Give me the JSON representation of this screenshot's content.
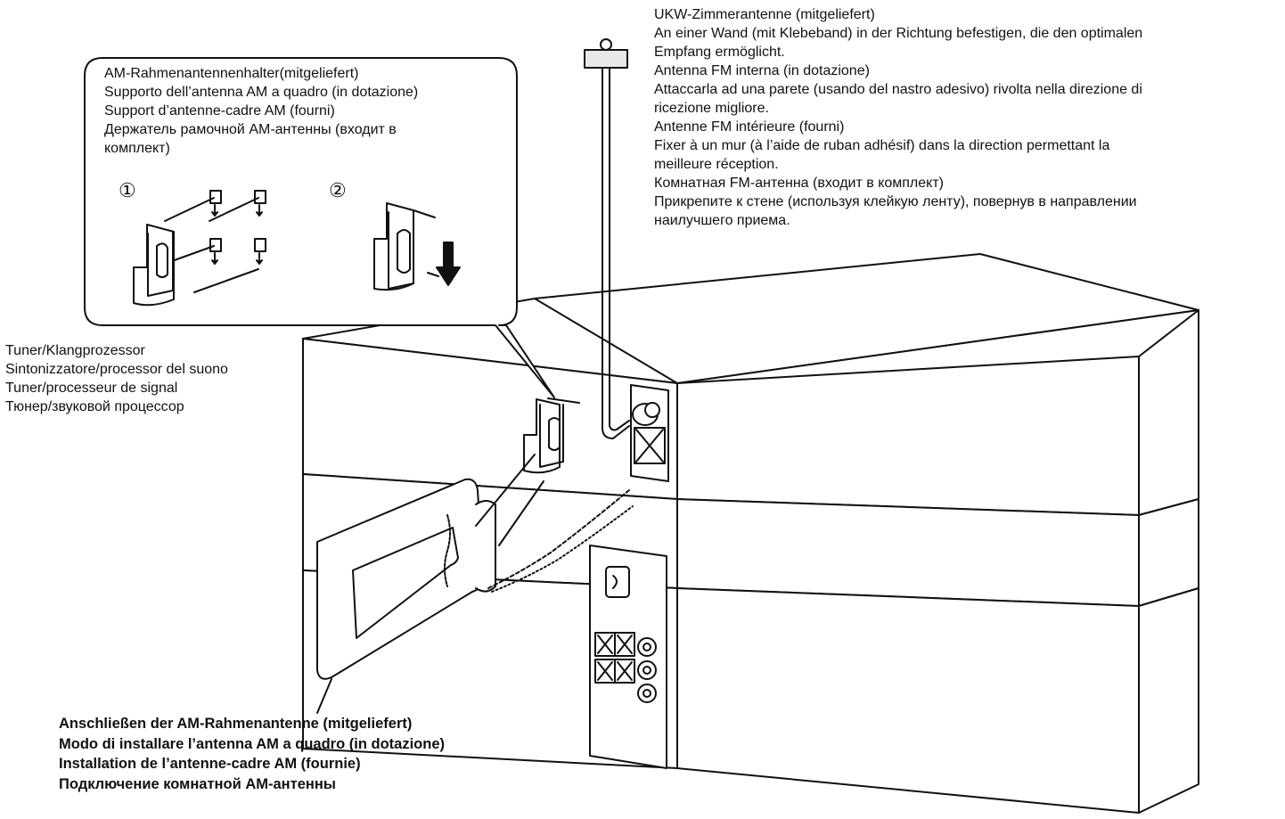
{
  "fm_antenna_note": {
    "lines": [
      "UKW-Zimmerantenne (mitgeliefert)",
      "An einer Wand (mit Klebeband) in der Richtung befestigen, die den optimalen",
      "Empfang ermöglicht.",
      "Antenna FM interna (in dotazione)",
      "Attaccarla ad una parete (usando del nastro adesivo) rivolta nella direzione di",
      "ricezione migliore.",
      "Antenne FM intérieure (fourni)",
      "Fixer à un mur (à l’aide de ruban adhésif) dans la direction permettant la",
      "meilleure réception.",
      "Комнатная FM-антенна (входит в комплект)",
      "Прикрепите к стене (используя клейкую ленту), повернув в направлении",
      "наилучшего приема."
    ]
  },
  "am_holder_callout": {
    "lines": [
      "AM-Rahmenantennenhalter(mitgeliefert)",
      "Supporto dell’antenna AM a quadro (in dotazione)",
      "Support d’antenne-cadre AM (fourni)",
      "Держатель рамочной AM-антенны (входит в",
      "комплект)"
    ],
    "step_1": "①",
    "step_2": "②"
  },
  "tuner_label": {
    "lines": [
      "Tuner/Klangprozessor",
      "Sintonizzatore/processor del suono",
      "Tuner/processeur de signal",
      "Тюнер/звуковой процессор"
    ]
  },
  "am_loop_caption": {
    "lines": [
      "Anschließen der AM-Rahmenantenne (mitgeliefert)",
      "Modo di installare l’antenna AM a quadro (in dotazione)",
      "Installation de l’antenne-cadre AM (fournie)",
      "Подключение комнатной AM-антенны"
    ]
  }
}
